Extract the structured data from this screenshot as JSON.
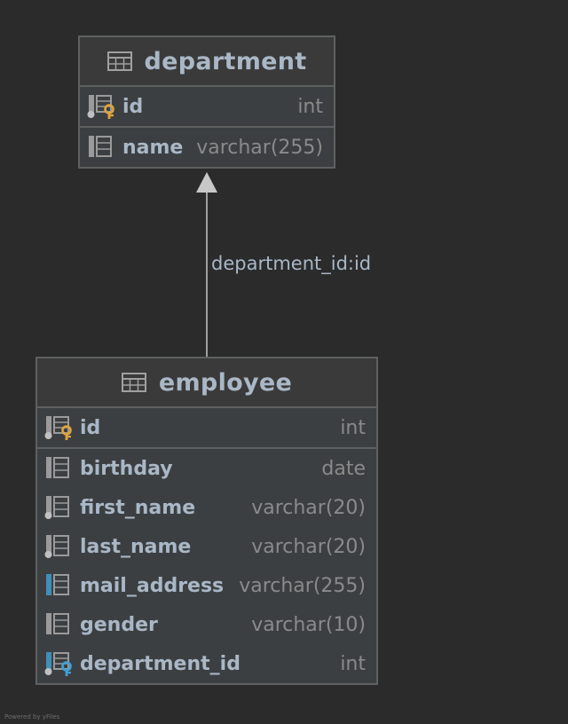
{
  "diagram": {
    "tables": [
      {
        "name": "department",
        "columns": [
          {
            "name": "id",
            "type": "int",
            "icon": "primary-key-column-icon"
          },
          {
            "name": "name",
            "type": "varchar(255)",
            "icon": "column-icon"
          }
        ]
      },
      {
        "name": "employee",
        "columns": [
          {
            "name": "id",
            "type": "int",
            "icon": "primary-key-column-icon"
          },
          {
            "name": "birthday",
            "type": "date",
            "icon": "column-icon"
          },
          {
            "name": "first_name",
            "type": "varchar(20)",
            "icon": "indexed-column-icon"
          },
          {
            "name": "last_name",
            "type": "varchar(20)",
            "icon": "indexed-column-icon"
          },
          {
            "name": "mail_address",
            "type": "varchar(255)",
            "icon": "unique-column-icon"
          },
          {
            "name": "gender",
            "type": "varchar(10)",
            "icon": "column-icon"
          },
          {
            "name": "department_id",
            "type": "int",
            "icon": "foreign-key-column-icon"
          }
        ]
      }
    ],
    "relationship": {
      "label": "department_id:id",
      "from": "employee",
      "to": "department"
    }
  },
  "footer": {
    "text": "Powered by yFiles"
  },
  "colors": {
    "background": "#2b2b2b",
    "table_body": "#3c3f41",
    "table_header": "#3a3a3a",
    "border": "#5e6060",
    "text": "#a9b7c6",
    "type_text": "#8a8a8a",
    "primary_key": "#e0a43a",
    "foreign_key": "#3fa0d8",
    "unique_marker": "#3f8fb8"
  }
}
